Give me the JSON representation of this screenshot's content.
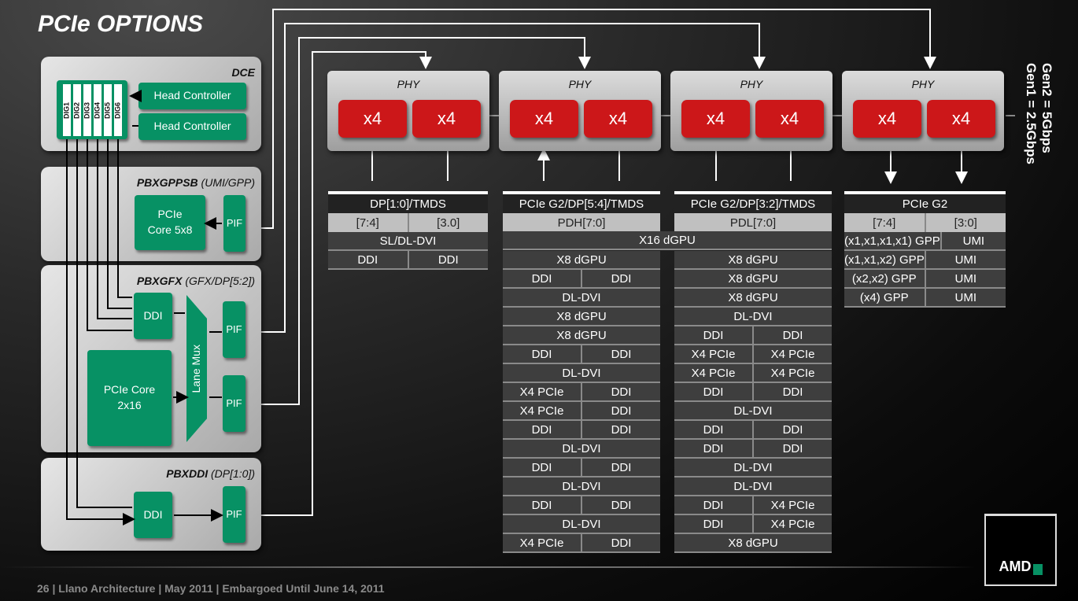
{
  "title": "PCIe OPTIONS",
  "left": {
    "dce": {
      "label": "DCE",
      "digs": [
        "DIG1",
        "DIG2",
        "DIG3",
        "DIG4",
        "DIG5",
        "DIG6"
      ],
      "head_controllers": [
        "Head Controller",
        "Head Controller"
      ]
    },
    "gppsb": {
      "label": "PBXGPPSB",
      "sub": "(UMI/GPP)",
      "core": "PCIe Core 5x8",
      "pif": "PIF"
    },
    "gfx": {
      "label": "PBXGFX",
      "sub": "(GFX/DP[5:2])",
      "ddi": "DDI",
      "core": "PCIe Core 2x16",
      "mux": "Lane Mux",
      "pif1": "PIF",
      "pif2": "PIF"
    },
    "ddi": {
      "label": "PBXDDI",
      "sub": "(DP[1:0])",
      "ddi": "DDI",
      "pif": "PIF"
    }
  },
  "phys": [
    {
      "label": "PHY",
      "lanes": [
        "x4",
        "x4"
      ]
    },
    {
      "label": "PHY",
      "lanes": [
        "x4",
        "x4"
      ]
    },
    {
      "label": "PHY",
      "lanes": [
        "x4",
        "x4"
      ]
    },
    {
      "label": "PHY",
      "lanes": [
        "x4",
        "x4"
      ]
    }
  ],
  "speed": [
    "Gen2 = 5Gbps",
    "Gen1 = 2.5Gbps"
  ],
  "tables": {
    "t1": {
      "header": "DP[1:0]/TMDS",
      "sub": [
        "[7:4]",
        "[3.0]"
      ],
      "rows": [
        [
          "SL/DL-DVI"
        ],
        [
          "DDI",
          "DDI"
        ]
      ]
    },
    "t2": {
      "header": "PCIe G2/DP[5:4]/TMDS",
      "sub": [
        "PDH[7:0]"
      ],
      "rows": [
        [
          "X8 dGPU"
        ],
        [
          "DDI",
          "DDI"
        ],
        [
          "DL-DVI"
        ],
        [
          "X8 dGPU"
        ],
        [
          "X8 dGPU"
        ],
        [
          "DDI",
          "DDI"
        ],
        [
          "DL-DVI"
        ],
        [
          "X4 PCIe",
          "DDI"
        ],
        [
          "X4 PCIe",
          "DDI"
        ],
        [
          "DDI",
          "DDI"
        ],
        [
          "DL-DVI"
        ],
        [
          "DDI",
          "DDI"
        ],
        [
          "DL-DVI"
        ],
        [
          "DDI",
          "DDI"
        ],
        [
          "DL-DVI"
        ],
        [
          "X4 PCIe",
          "DDI"
        ]
      ]
    },
    "t3": {
      "header": "PCIe G2/DP[3:2]/TMDS",
      "sub": [
        "PDL[7:0]"
      ],
      "rows": [
        [
          "X8 dGPU"
        ],
        [
          "X8 dGPU"
        ],
        [
          "X8 dGPU"
        ],
        [
          "DL-DVI"
        ],
        [
          "DDI",
          "DDI"
        ],
        [
          "X4 PCIe",
          "X4 PCIe"
        ],
        [
          "X4 PCIe",
          "X4 PCIe"
        ],
        [
          "DDI",
          "DDI"
        ],
        [
          "DL-DVI"
        ],
        [
          "DDI",
          "DDI"
        ],
        [
          "DDI",
          "DDI"
        ],
        [
          "DL-DVI"
        ],
        [
          "DL-DVI"
        ],
        [
          "DDI",
          "X4 PCIe"
        ],
        [
          "DDI",
          "X4 PCIe"
        ],
        [
          "X8 dGPU"
        ]
      ]
    },
    "span": "X16 dGPU",
    "t4": {
      "header": "PCIe G2",
      "sub": [
        "[7:4]",
        "[3:0]"
      ],
      "rows": [
        [
          "(x1,x1,x1,x1) GPP",
          "UMI"
        ],
        [
          "(x1,x1,x2) GPP",
          "UMI"
        ],
        [
          "(x2,x2) GPP",
          "UMI"
        ],
        [
          "(x4) GPP",
          "UMI"
        ]
      ]
    }
  },
  "footer": "26  |  Llano Architecture  |  May 2011  |  Embargoed Until June 14, 2011",
  "logo": "AMD"
}
